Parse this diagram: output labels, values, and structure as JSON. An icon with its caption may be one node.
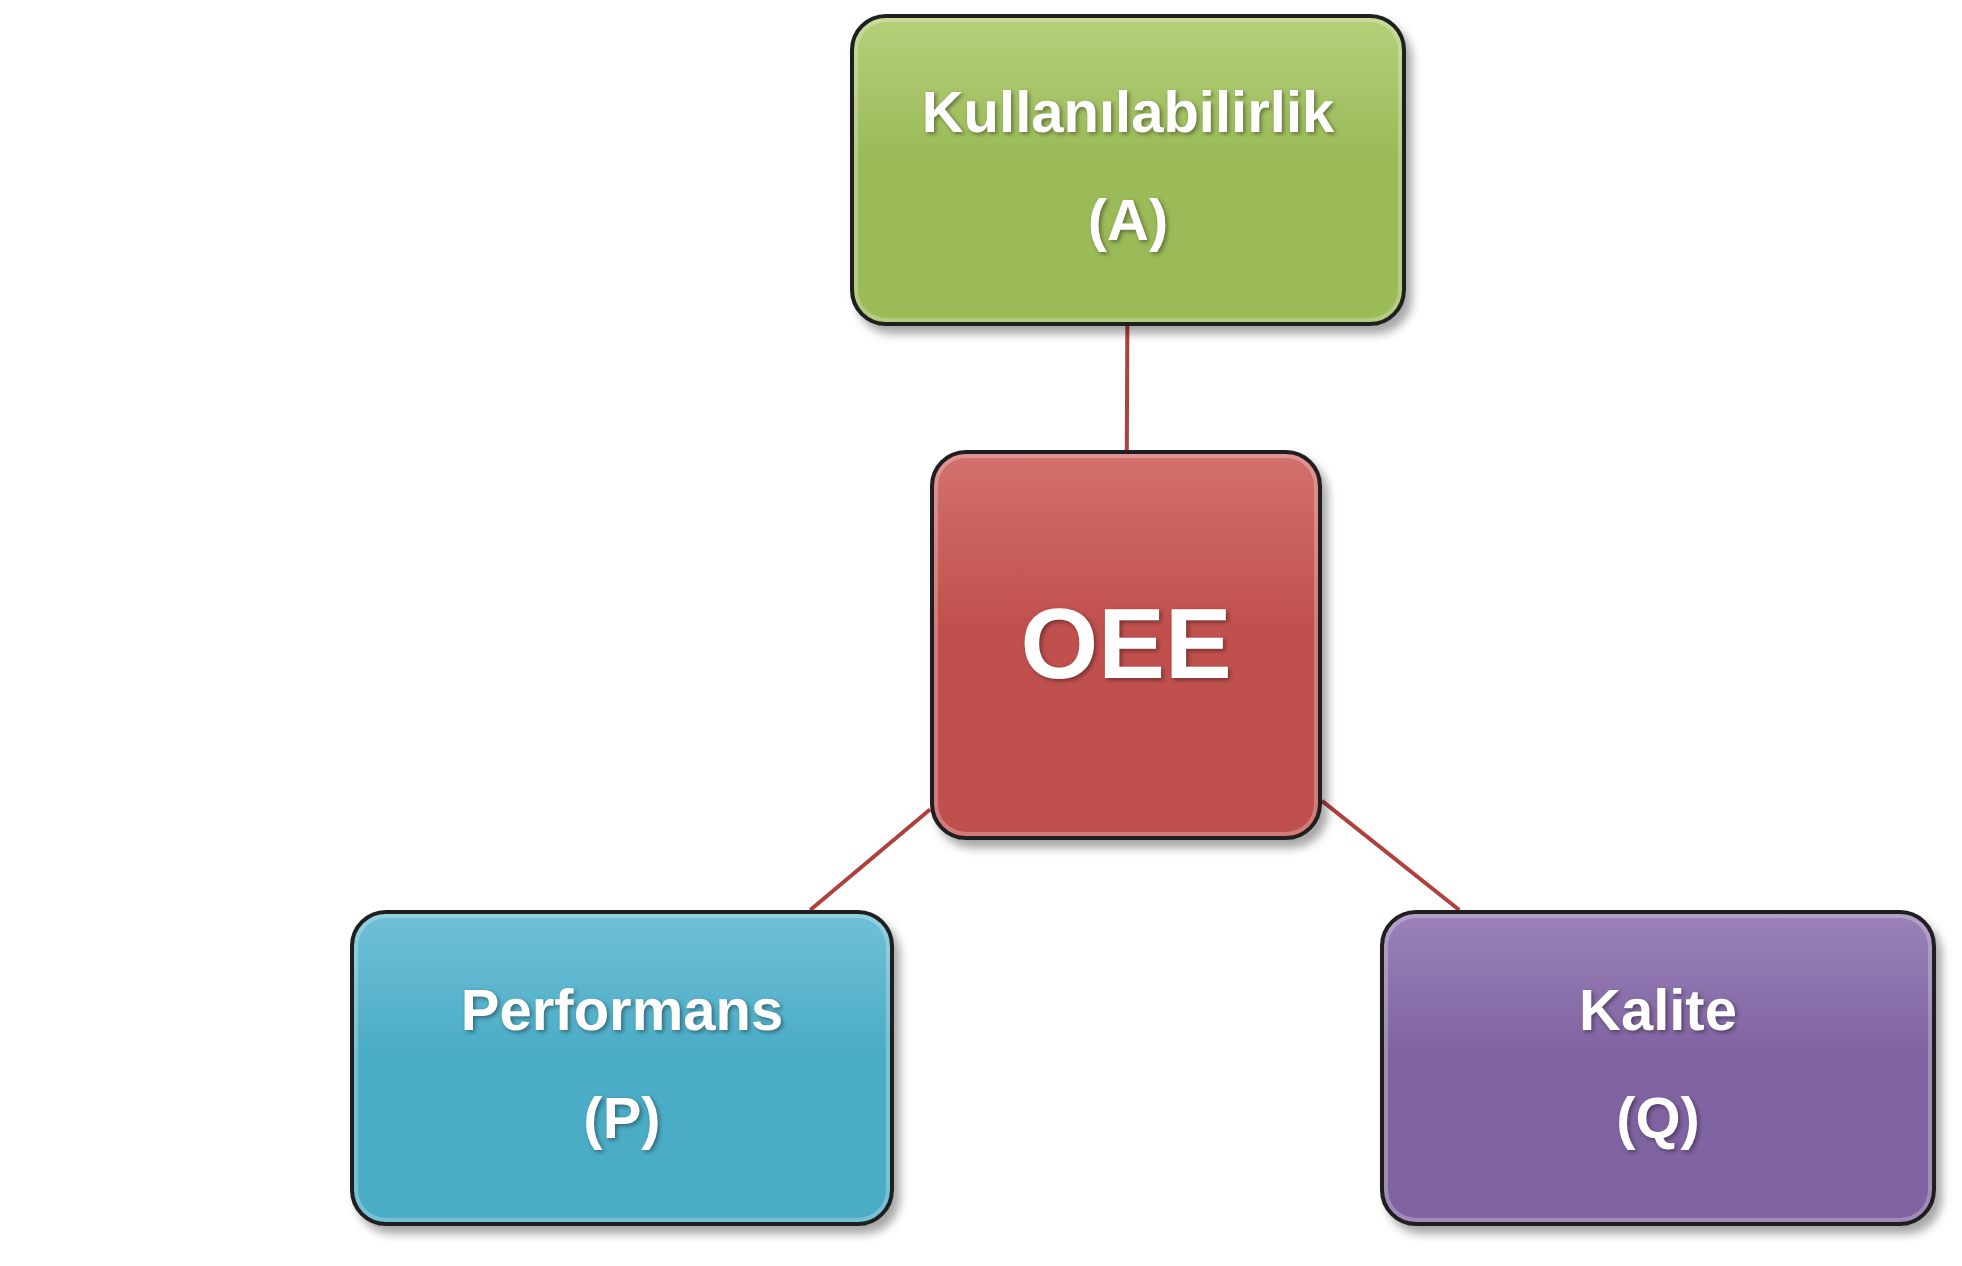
{
  "diagram": {
    "nodes": [
      {
        "text": [
          "Kullanılabilirlik (A)"
        ]
      },
      {
        "text": [
          "OEE"
        ]
      },
      {
        "text": [
          "Performans (P)"
        ]
      },
      {
        "text": [
          "Kalite (Q)"
        ]
      }
    ],
    "edges": [
      {
        "from": 1,
        "to": 0,
        "arrow": "none"
      },
      {
        "from": 1,
        "to": 2,
        "arrow": "none"
      },
      {
        "from": 1,
        "to": 3,
        "arrow": "none"
      }
    ]
  }
}
